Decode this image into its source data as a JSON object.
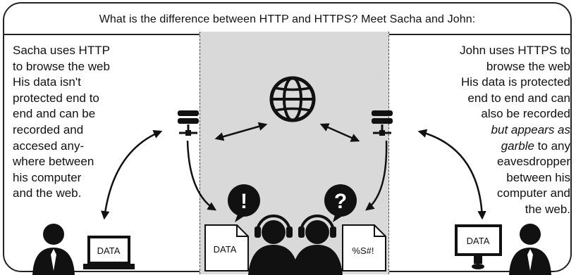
{
  "title": "What is the difference between HTTP and HTTPS? Meet Sacha and John:",
  "sacha": {
    "lines": [
      "Sacha uses HTTP",
      "to browse the web",
      "His data isn't",
      "protected end to",
      "end and can be",
      "recorded and",
      "accesed any-",
      "where between",
      "his computer",
      "and the web."
    ],
    "laptop_label": "DATA",
    "doc_label": "DATA"
  },
  "john": {
    "lines": [
      {
        "text": "John uses HTTPS to"
      },
      {
        "text": "browse the web"
      },
      {
        "text": "His data is protected"
      },
      {
        "text": "end to end and can"
      },
      {
        "text": "also be recorded"
      },
      {
        "text": "but appears as",
        "italic": true
      },
      {
        "text": "garble to any",
        "italic_prefix": "garble",
        "rest": " to any"
      },
      {
        "text": "eavesdropper"
      },
      {
        "text": "between his"
      },
      {
        "text": "computer and"
      },
      {
        "text": "the web."
      }
    ],
    "monitor_label": "DATA",
    "doc_label": "%S#!"
  },
  "eavesdropper_left_symbol": "!",
  "eavesdropper_right_symbol": "?",
  "icons": [
    "globe-icon",
    "server-icon",
    "person-icon",
    "laptop-icon",
    "monitor-icon",
    "document-icon",
    "headset-listener-icon",
    "speech-bubble-icon",
    "double-arrow-icon"
  ]
}
